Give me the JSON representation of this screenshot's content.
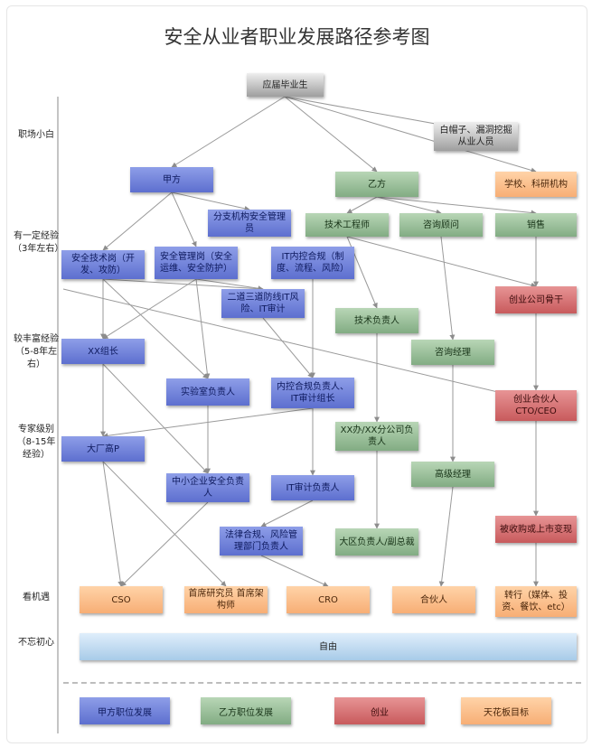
{
  "title": "安全从业者职业发展路径参考图",
  "levels": {
    "l1": "职场小白",
    "l2": "有一定经验（3年左右）",
    "l3": "较丰富经验（5-8年左右）",
    "l4": "专家级别（8-15年经验）",
    "l5": "看机遇",
    "l6": "不忘初心"
  },
  "nodes": {
    "graduate": "应届毕业生",
    "white_hat": "白帽子、漏洞挖掘从业人员",
    "party_a": "甲方",
    "party_b": "乙方",
    "school": "学校、科研机构",
    "branch_mgr": "分支机构安全管理员",
    "tech_eng": "技术工程师",
    "consultant": "咨询顾问",
    "sales": "销售",
    "sec_tech": "安全技术岗（开发、攻防）",
    "sec_mgmt": "安全管理岗（安全运维、安全防护）",
    "it_compliance": "IT内控合规（制度、流程、风险）",
    "startup_core": "创业公司骨干",
    "second_line": "二道三道防线IT风险、IT审计",
    "tech_lead": "技术负责人",
    "xx_lead": "XX组长",
    "consult_mgr": "咨询经理",
    "lab_lead": "实验室负责人",
    "compliance_lead": "内控合规负责人、IT审计组长",
    "cofounder": "创业合伙人 CTO/CEO",
    "office_lead": "XX办/XX分公司负责人",
    "bigco_p": "大厂高P",
    "senior_mgr": "高级经理",
    "sme_sec_lead": "中小企业安全负责人",
    "it_audit_lead": "IT审计负责人",
    "acquired": "被收购或上市变现",
    "legal_dept": "法律合规、风险管理部门负责人",
    "region_vp": "大区负责人/副总裁",
    "cso": "CSO",
    "chief_researcher": "首席研究员 首席架构师",
    "cro": "CRO",
    "partner": "合伙人",
    "career_change": "转行（媒体、投资、餐饮、etc）",
    "freedom": "自由"
  },
  "legend": {
    "a": "甲方职位发展",
    "b": "乙方职位发展",
    "startup": "创业",
    "ceiling": "天花板目标"
  },
  "colors": {
    "party_a": "#6b7ed8",
    "party_b": "#94b995",
    "startup": "#d46d6f",
    "ceiling": "#fbbf8e",
    "origin": "#bdbdbd",
    "freedom": "#bcd9f2"
  }
}
